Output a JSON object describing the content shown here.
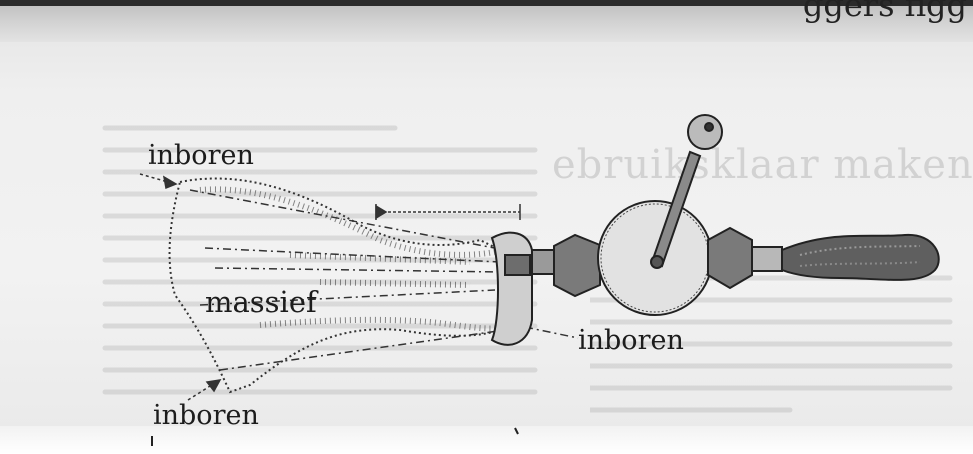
{
  "page": {
    "top_text": "ggers  figg",
    "ghost_heading": "ebruiksklaar maken"
  },
  "labels": {
    "inboren_top_left": "inboren",
    "massief": "massief",
    "inboren_right": "inboren",
    "inboren_bottom": "inboren"
  }
}
